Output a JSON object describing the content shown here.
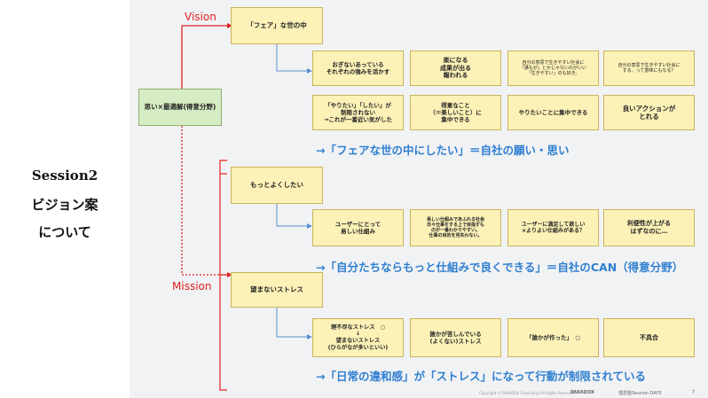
{
  "sidebar": {
    "line1": "Session2",
    "line2": "ビジョン案",
    "line3": "について"
  },
  "labels": {
    "vision": "Vision",
    "mission": "Mission"
  },
  "root": "思い×最適解(得意分野)",
  "fair": {
    "title": "「フェア」な世の中",
    "row1": [
      "おぎないあっている\nそれぞれの強みを活かす",
      "楽になる\n成果が出る\n報われる",
      "自分の意思で生きやすい社会に\n「誰もが」とかじゃないのがいい\n「生きやすい」のも好き。",
      "自分の意思で生きやすい社会に\nする、って意味にもなる？"
    ],
    "row2": [
      "「やりたい」「したい」が\n制限されない\n→これが一番近い気がした",
      "得意なこと\n（＝楽しいこと）に\n集中できる",
      "やりたいことに集中できる",
      "良いアクションが\nとれる"
    ],
    "conclusion": "→「フェアな世の中にしたい」＝自社の願い・思い"
  },
  "better": {
    "title": "もっとよくしたい",
    "items": [
      "ユーザーにとって\n易しい仕組み",
      "易しい仕組みであふれる社会\n日々仕事をする上で目指すも\nのが一番わかりやすい。\n仕事の目的を見失わない。",
      "ユーザーに満足して欲しい\n×よりよい仕組みがある？",
      "利便性が上がる\nはずなのに…"
    ],
    "conclusion": "→「自分たちならもっと仕組みで良くできる」＝自社のCAN（得意分野）"
  },
  "stress": {
    "title": "望まないストレス",
    "items": [
      "理不尽なストレス　○\n↓\n望まないストレス\n(ひらがなが多いといい)",
      "誰かが苦しんでいる\n(よくない)ストレス",
      "「誰かが作った」　○",
      "不具合"
    ],
    "conclusion": "→「日常の違和感」が「ストレス」になって行動が制限されている"
  },
  "footer": {
    "copyright": "Copyright © PARADOX Consulting All Rights Reserved.",
    "brand": "PARADOX",
    "event": "理念塾Session DAYS",
    "page": "7"
  },
  "colors": {
    "box_fill": "#fcf2b8",
    "root_fill": "#d6ecc4",
    "vision_line": "#e02020",
    "tree_line": "#5b8fd0",
    "conclusion": "#2f7fd0"
  }
}
